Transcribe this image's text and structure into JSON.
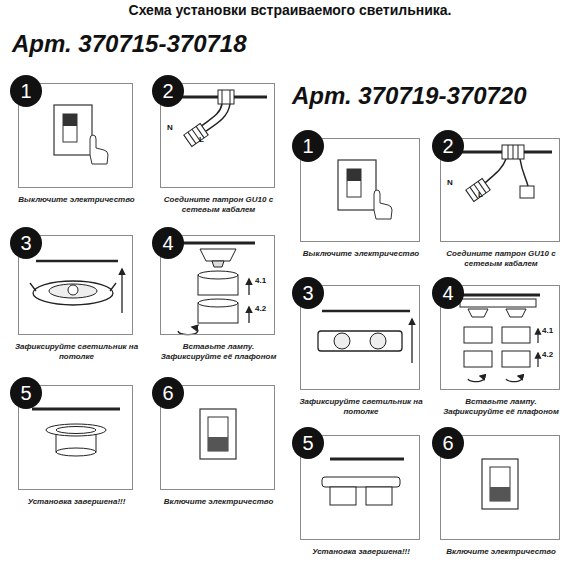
{
  "diagram": {
    "title": "Схема установки встраиваемого светильника.",
    "nodes": [
      {
        "text": [
          "1",
          "Выключите электричество"
        ]
      },
      {
        "text": [
          "2",
          "Соедините патрон GU10 с сетевым кабалем"
        ]
      },
      {
        "text": [
          "3",
          "Зафиксируйте светильник на потолке"
        ]
      },
      {
        "text": [
          "4",
          "Вставьте лампу. Зафиксируйте её плафоном"
        ]
      },
      {
        "text": [
          "5",
          "Установка завершена!!!"
        ]
      },
      {
        "text": [
          "6",
          "Включите электричество"
        ]
      },
      {
        "text": [
          "1",
          "Выключите электричество"
        ]
      },
      {
        "text": [
          "2",
          "Соедините патрон GU10 с сетевым кабалем"
        ]
      },
      {
        "text": [
          "3",
          "Зафиксируйте светильник на потолке"
        ]
      },
      {
        "text": [
          "4",
          "Вставьте лампу. Зафиксируйте её плафоном"
        ]
      },
      {
        "text": [
          "5",
          "Установка завершена!!!"
        ]
      },
      {
        "text": [
          "6",
          "Включите электричество"
        ]
      }
    ],
    "labels": [
      "Арт. 370715-370718",
      "Арт. 370719-370720",
      "N",
      "L",
      "4.1",
      "4.2",
      "N",
      "L",
      "4.1",
      "4.2"
    ]
  }
}
